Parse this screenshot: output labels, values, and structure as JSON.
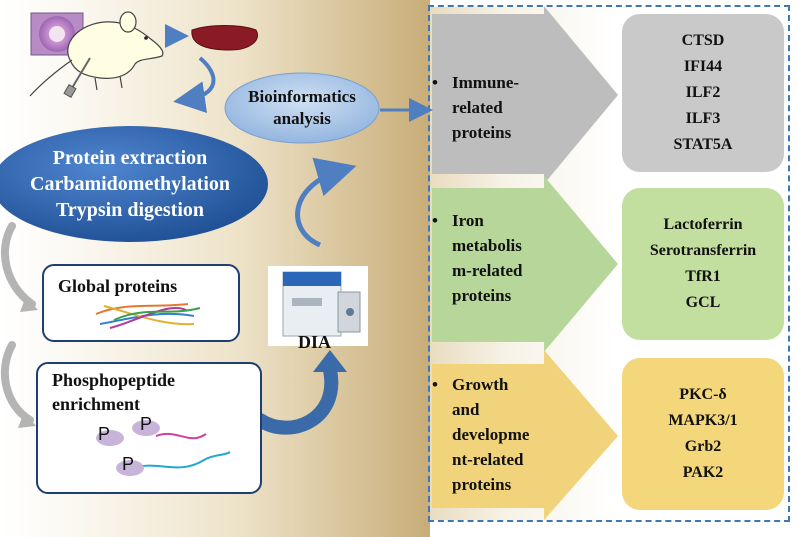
{
  "workflow": {
    "bioinformatics_label": [
      "Bioinformatics",
      "analysis"
    ],
    "protein_steps": [
      "Protein extraction",
      "Carbamidomethylation",
      "Trypsin digestion"
    ],
    "global_label": "Global proteins",
    "phospho_label": [
      "Phosphopeptide",
      "enrichment"
    ],
    "p_letter": "P",
    "dia_label": "DIA"
  },
  "categories": [
    {
      "label": "Immune-\nrelated\nproteins",
      "color": "#bdbdbd",
      "box_color": "#c9c9c9",
      "proteins": [
        "CTSD",
        "IFI44",
        "ILF2",
        "ILF3",
        "STAT5A"
      ]
    },
    {
      "label": "Iron\nmetabolis\nm-related\nproteins",
      "color": "#b7d69a",
      "box_color": "#c3df9f",
      "proteins": [
        "Lactoferrin",
        "Serotransferrin",
        "TfR1",
        "GCL"
      ]
    },
    {
      "label": "Growth\nand\ndevelopme\nnt-related\nproteins",
      "color": "#f0d37a",
      "box_color": "#f3d77a",
      "proteins": [
        "PKC-δ",
        "MAPK3/1",
        "Grb2",
        "PAK2"
      ]
    }
  ],
  "bullet": "•",
  "colors": {
    "accent_blue": "#4f7fc0",
    "ellipse_blue": "#2e67b1",
    "dashed_border": "#3e78b4"
  },
  "icons": [
    "cell-image",
    "mouse-icon",
    "tissue-sample",
    "mass-spectrometer-icon",
    "arrow-icon"
  ]
}
